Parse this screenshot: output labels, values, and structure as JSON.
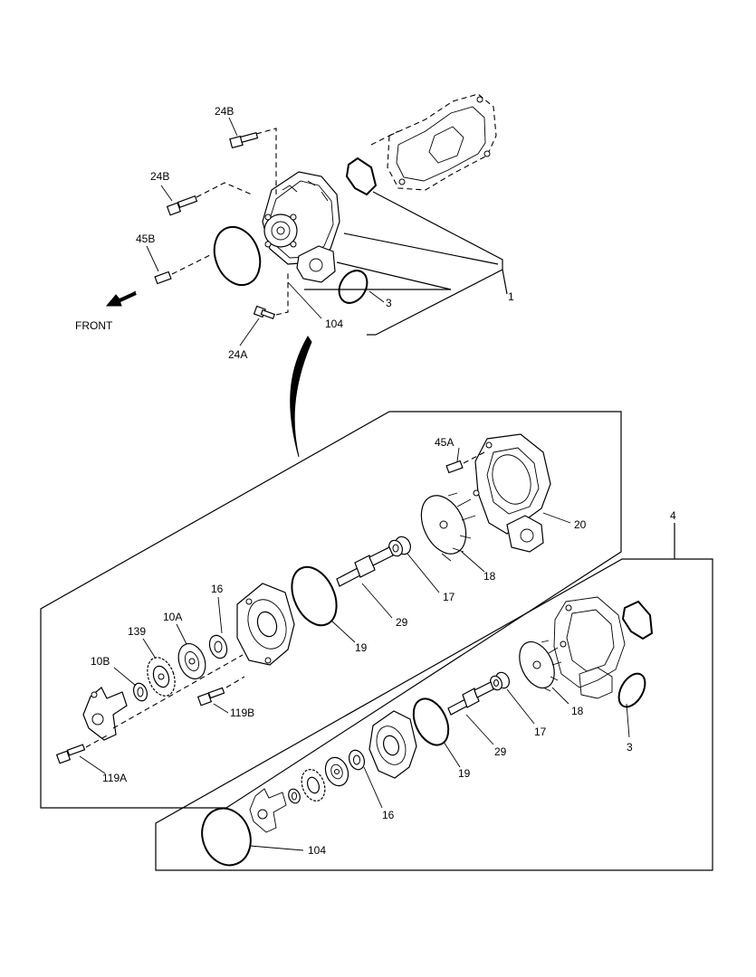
{
  "labels": {
    "l24b_top": "24B",
    "l24b_mid": "24B",
    "l45b": "45B",
    "front": "FRONT",
    "l24a": "24A",
    "l104_top": "104",
    "l3_top": "3",
    "l1": "1",
    "l45a": "45A",
    "l20": "20",
    "l18_a": "18",
    "l17_a": "17",
    "l29_a": "29",
    "l19_a": "19",
    "l16_a": "16",
    "l10a": "10A",
    "l139": "139",
    "l10b": "10B",
    "l119b": "119B",
    "l119a": "119A",
    "l4": "4",
    "l18_b": "18",
    "l3_b": "3",
    "l17_b": "17",
    "l29_b": "29",
    "l19_b": "19",
    "l16_b": "16",
    "l104_b": "104"
  },
  "colors": {
    "line": "#000000",
    "background": "#ffffff"
  },
  "icons": {
    "front_arrow": "arrow-left-down-icon",
    "callout_arrow": "curved-arrow-icon"
  }
}
